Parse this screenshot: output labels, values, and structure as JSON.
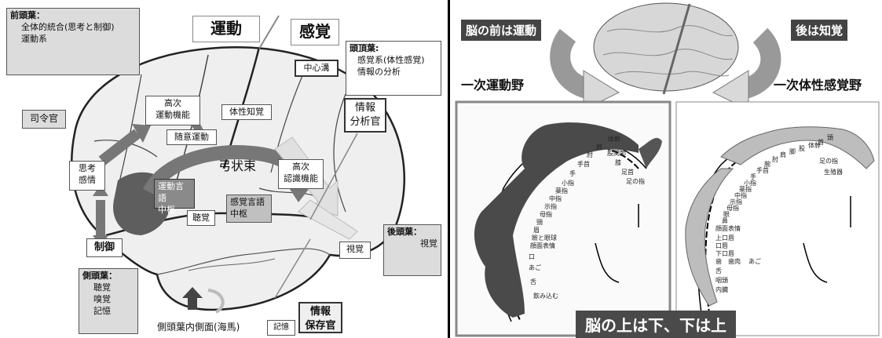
{
  "left": {
    "frontal": {
      "title": "前頭葉：",
      "line1": "全体的統合(思考と制御)",
      "line2": "運動系"
    },
    "motor": "運動",
    "sensory": "感覚",
    "parietal": {
      "title": "頭頂葉:",
      "line1": "感覚系(体性感覚)",
      "line2": "情報の分析"
    },
    "central_sulcus": "中心溝",
    "commander": "司令官",
    "higher_motor": {
      "line1": "高次",
      "line2": "運動機能"
    },
    "voluntary": "随意運動",
    "somatic": "体性知覚",
    "info_analyst": {
      "line1": "情報",
      "line2": "分析官"
    },
    "thought": {
      "line1": "思考",
      "line2": "感情"
    },
    "arcuate": "弓状束",
    "higher_recog": {
      "line1": "高次",
      "line2": "認識機能"
    },
    "motor_speech": {
      "line1": "運動言語",
      "line2": "中枢"
    },
    "sensory_speech": {
      "line1": "感覚言語",
      "line2": "中枢"
    },
    "hearing_box": "聴覚",
    "control": "制御",
    "vision_box": "視覚",
    "occipital": {
      "title": "後頭葉：",
      "line1": "視覚"
    },
    "temporal": {
      "title": "側頭葉：",
      "line1": "聴覚",
      "line2": "嗅覚",
      "line3": "記憶"
    },
    "hippocampus": "側頭葉内側面(海馬)",
    "memory": "記憶",
    "info_keeper": {
      "line1": "情報",
      "line2": "保存官"
    }
  },
  "right": {
    "front_banner": "脳の前は運動",
    "back_banner": "後は知覚",
    "primary_motor": "一次運動野",
    "primary_somato": "一次体性感覚野",
    "bottom_banner": "脳の上は下、下は上",
    "motor_labels": [
      "体幹",
      "肩",
      "肘",
      "手首",
      "手",
      "小指",
      "薬指",
      "中指",
      "示指",
      "母指",
      "頸",
      "眉",
      "瞼と眼球",
      "顔面表情",
      "口",
      "あご",
      "舌",
      "飲み込む"
    ],
    "motor_top": [
      "股関節",
      "膝",
      "足首",
      "足の指"
    ],
    "sensory_labels": [
      "頭",
      "首",
      "体幹",
      "股",
      "脚",
      "肩",
      "肘",
      "腕",
      "手首",
      "手",
      "小指",
      "薬指",
      "中指",
      "示指",
      "母指",
      "眼",
      "鼻",
      "顔面表情",
      "上口唇",
      "口唇",
      "下口唇",
      "歯",
      "歯肉",
      "あご",
      "舌",
      "咽頭",
      "内臓"
    ],
    "sensory_top": [
      "足の指",
      "生殖器"
    ]
  }
}
